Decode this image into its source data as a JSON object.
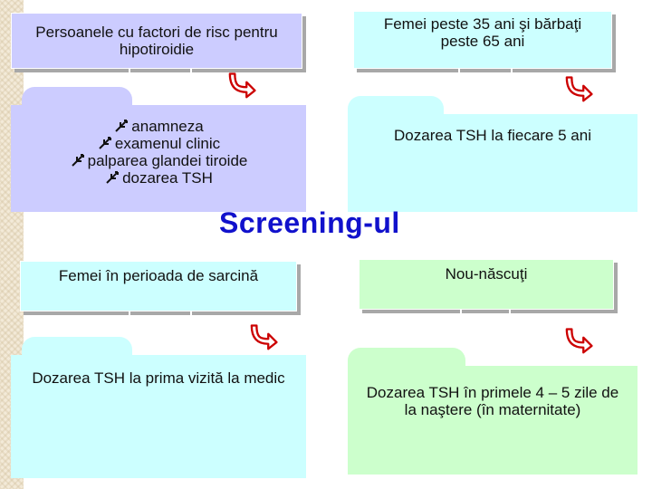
{
  "title": "Screening-ul",
  "colors": {
    "lavender": "#ccccff",
    "cyan": "#ccffff",
    "green": "#ccffcc",
    "title_blue": "#1111cc",
    "arrow_red": "#cc0000"
  },
  "groups": {
    "risk_factors": {
      "header": "Persoanele cu factori de risc pentru hipotiroidie",
      "bullets": [
        "anamneza",
        "examenul clinic",
        "palparea glandei tiroide",
        "dozarea TSH"
      ]
    },
    "adults_over_35": {
      "header": "Femei peste 35 ani şi bărbaţi peste 65 ani",
      "body": "Dozarea TSH la fiecare 5 ani"
    },
    "pregnancy": {
      "header": "Femei în perioada de sarcină",
      "body": "Dozarea TSH la prima vizită la medic"
    },
    "newborns": {
      "header": "Nou-născuţi",
      "body": "Dozarea TSH în primele 4 – 5 zile de la naştere (în maternitate)"
    }
  },
  "icons": {
    "bullet": "feather-bullet-icon",
    "arrow": "curved-arrow-icon"
  }
}
